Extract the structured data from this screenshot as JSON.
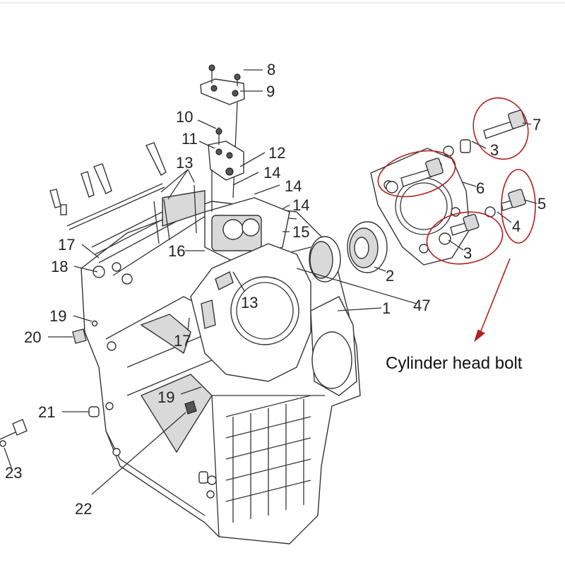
{
  "callouts": [
    {
      "id": "c8",
      "label": "8"
    },
    {
      "id": "c9",
      "label": "9"
    },
    {
      "id": "c10",
      "label": "10"
    },
    {
      "id": "c11",
      "label": "11"
    },
    {
      "id": "c12",
      "label": "12"
    },
    {
      "id": "c13a",
      "label": "13"
    },
    {
      "id": "c14a",
      "label": "14"
    },
    {
      "id": "c14b",
      "label": "14"
    },
    {
      "id": "c14c",
      "label": "14"
    },
    {
      "id": "c15",
      "label": "15"
    },
    {
      "id": "c16",
      "label": "16"
    },
    {
      "id": "c17a",
      "label": "17"
    },
    {
      "id": "c18",
      "label": "18"
    },
    {
      "id": "c13b",
      "label": "13"
    },
    {
      "id": "c19a",
      "label": "19"
    },
    {
      "id": "c20",
      "label": "20"
    },
    {
      "id": "c17b",
      "label": "17"
    },
    {
      "id": "c19b",
      "label": "19"
    },
    {
      "id": "c21",
      "label": "21"
    },
    {
      "id": "c22",
      "label": "22"
    },
    {
      "id": "c23",
      "label": "23"
    },
    {
      "id": "c1",
      "label": "1"
    },
    {
      "id": "c2",
      "label": "2"
    },
    {
      "id": "c47",
      "label": "47"
    },
    {
      "id": "c3a",
      "label": "3"
    },
    {
      "id": "c3b",
      "label": "3"
    },
    {
      "id": "c4",
      "label": "4"
    },
    {
      "id": "c5",
      "label": "5"
    },
    {
      "id": "c6",
      "label": "6"
    },
    {
      "id": "c7",
      "label": "7"
    }
  ],
  "annotation": {
    "text": "Cylinder head bolt",
    "color": "#b21e1e"
  }
}
